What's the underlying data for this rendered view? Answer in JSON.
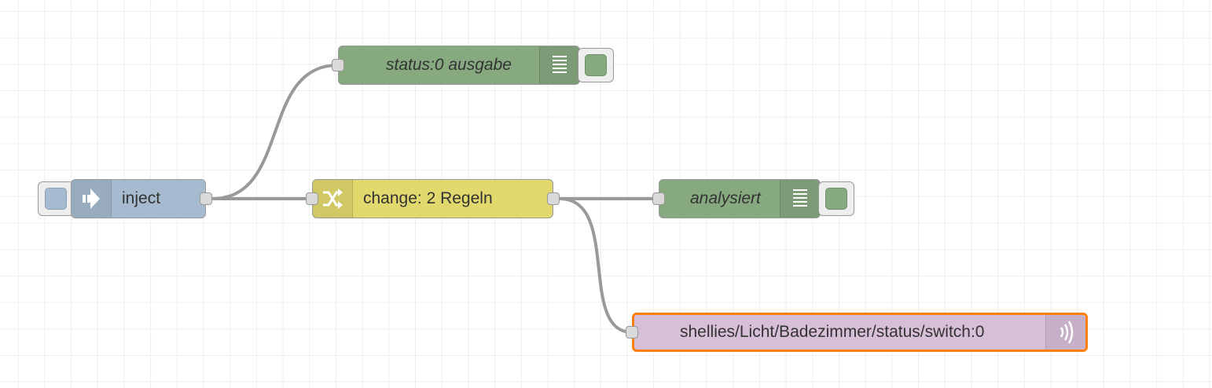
{
  "flow": {
    "nodes": {
      "inject": {
        "label": "inject",
        "type": "inject",
        "color": "#a6bbcf",
        "icon": "inject-arrow-icon"
      },
      "change": {
        "label": "change: 2 Regeln",
        "type": "change",
        "color": "#e2d96e",
        "icon": "shuffle-icon"
      },
      "debug_status": {
        "label": "status:0 ausgabe",
        "type": "debug",
        "color": "#87a980",
        "icon": "debug-list-icon"
      },
      "debug_analysiert": {
        "label": "analysiert",
        "type": "debug",
        "color": "#87a980",
        "icon": "debug-list-icon"
      },
      "mqtt_out": {
        "label": "shellies/Licht/Badezimmer/status/switch:0",
        "type": "mqtt out",
        "color": "#d8bfd8",
        "selected_border": "#ff7f0e",
        "icon": "broadcast-icon"
      }
    },
    "wires": [
      {
        "from": "inject",
        "to": "debug_status"
      },
      {
        "from": "inject",
        "to": "change"
      },
      {
        "from": "change",
        "to": "debug_analysiert"
      },
      {
        "from": "change",
        "to": "mqtt_out"
      }
    ]
  }
}
